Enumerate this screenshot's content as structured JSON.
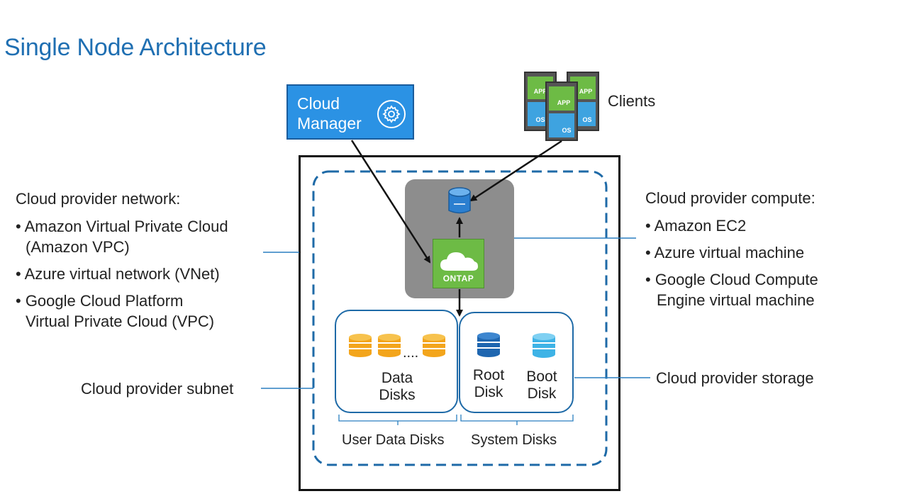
{
  "title": "Single Node Architecture",
  "cloud_manager": {
    "line1": "Cloud",
    "line2": "Manager"
  },
  "clients": {
    "label": "Clients",
    "tile_app": "APP",
    "tile_os": "OS"
  },
  "ontap_label": "ONTAP",
  "network": {
    "heading": "Cloud provider network:",
    "items": [
      {
        "line1": "• Amazon Virtual Private Cloud",
        "line2": "(Amazon VPC)"
      },
      {
        "line1": "• Azure virtual network (VNet)"
      },
      {
        "line1": "• Google Cloud Platform",
        "line2": "Virtual Private Cloud (VPC)"
      }
    ]
  },
  "compute": {
    "heading": "Cloud provider compute:",
    "items": [
      {
        "line1": "• Amazon EC2"
      },
      {
        "line1": "• Azure virtual machine"
      },
      {
        "line1": "• Google Cloud Compute",
        "line2": "Engine virtual machine"
      }
    ]
  },
  "subnet_label": "Cloud provider subnet",
  "storage_label": "Cloud provider storage",
  "data_disks": {
    "line1": "Data",
    "line2": "Disks",
    "dots": "...."
  },
  "root_disk": {
    "line1": "Root",
    "line2": "Disk"
  },
  "boot_disk": {
    "line1": "Boot",
    "line2": "Disk"
  },
  "user_data_disks_label": "User Data Disks",
  "system_disks_label": "System Disks",
  "colors": {
    "title_blue": "#1f6fb2",
    "cloud_manager_blue": "#2b92e4",
    "ontap_green": "#6dbb45",
    "vm_gray": "#8d8d8d",
    "data_disk_orange": "#f3a51c",
    "root_disk_blue": "#1e66b0",
    "boot_disk_light_blue": "#3eb3e6",
    "dashed_blue": "#1e6aa7",
    "leader_line_blue": "#2a7fc0"
  },
  "icons": [
    "gear-icon",
    "database-icon",
    "cloud-icon",
    "disk-stack-icon",
    "client-tile-icon"
  ]
}
